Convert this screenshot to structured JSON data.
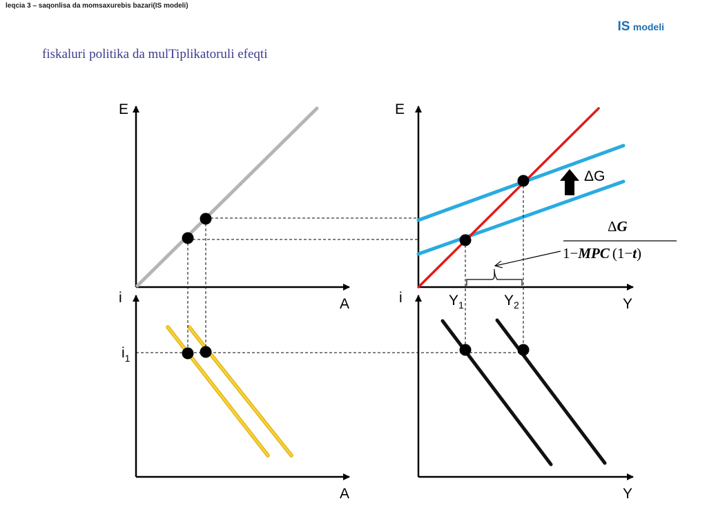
{
  "header": {
    "lecture_title": "leqcia 3 – saqonlisa da momsaxurebis bazari(IS modeli)",
    "section_big": "IS",
    "section_small": "modeli"
  },
  "slide_title": "fiskaluri politika da mulTiplikatoruli efeqti",
  "diagram": {
    "top_left": {
      "y_axis_label": "E",
      "x_axis_label": "A"
    },
    "top_right": {
      "y_axis_label": "E",
      "x_axis_label": "Y",
      "shift_label": "ΔG"
    },
    "bottom_left": {
      "y_axis_label": "i",
      "x_axis_label": "A",
      "rate_label_base": "i",
      "rate_label_sub": "1"
    },
    "bottom_right": {
      "y_axis_label": "i",
      "x_axis_label": "Y"
    },
    "income_labels": [
      {
        "base": "Y",
        "sub": "1"
      },
      {
        "base": "Y",
        "sub": "2"
      }
    ],
    "multiplier_formula": {
      "numerator_delta": "Δ",
      "numerator_var": "G",
      "den_one": "1",
      "den_minus": "−",
      "den_mpc": "MPC",
      "den_paren_open": "(1",
      "den_paren_minus": "−",
      "den_t": "t",
      "den_paren_close": ")"
    },
    "colors": {
      "axis": "#000000",
      "guide_45": "#b5b5b5",
      "expenditure_lines": "#29abe2",
      "equilibrium_45": "#e01b1b",
      "investment_lines": "#f2c318",
      "is_curves": "#111111",
      "points": "#000000"
    }
  }
}
